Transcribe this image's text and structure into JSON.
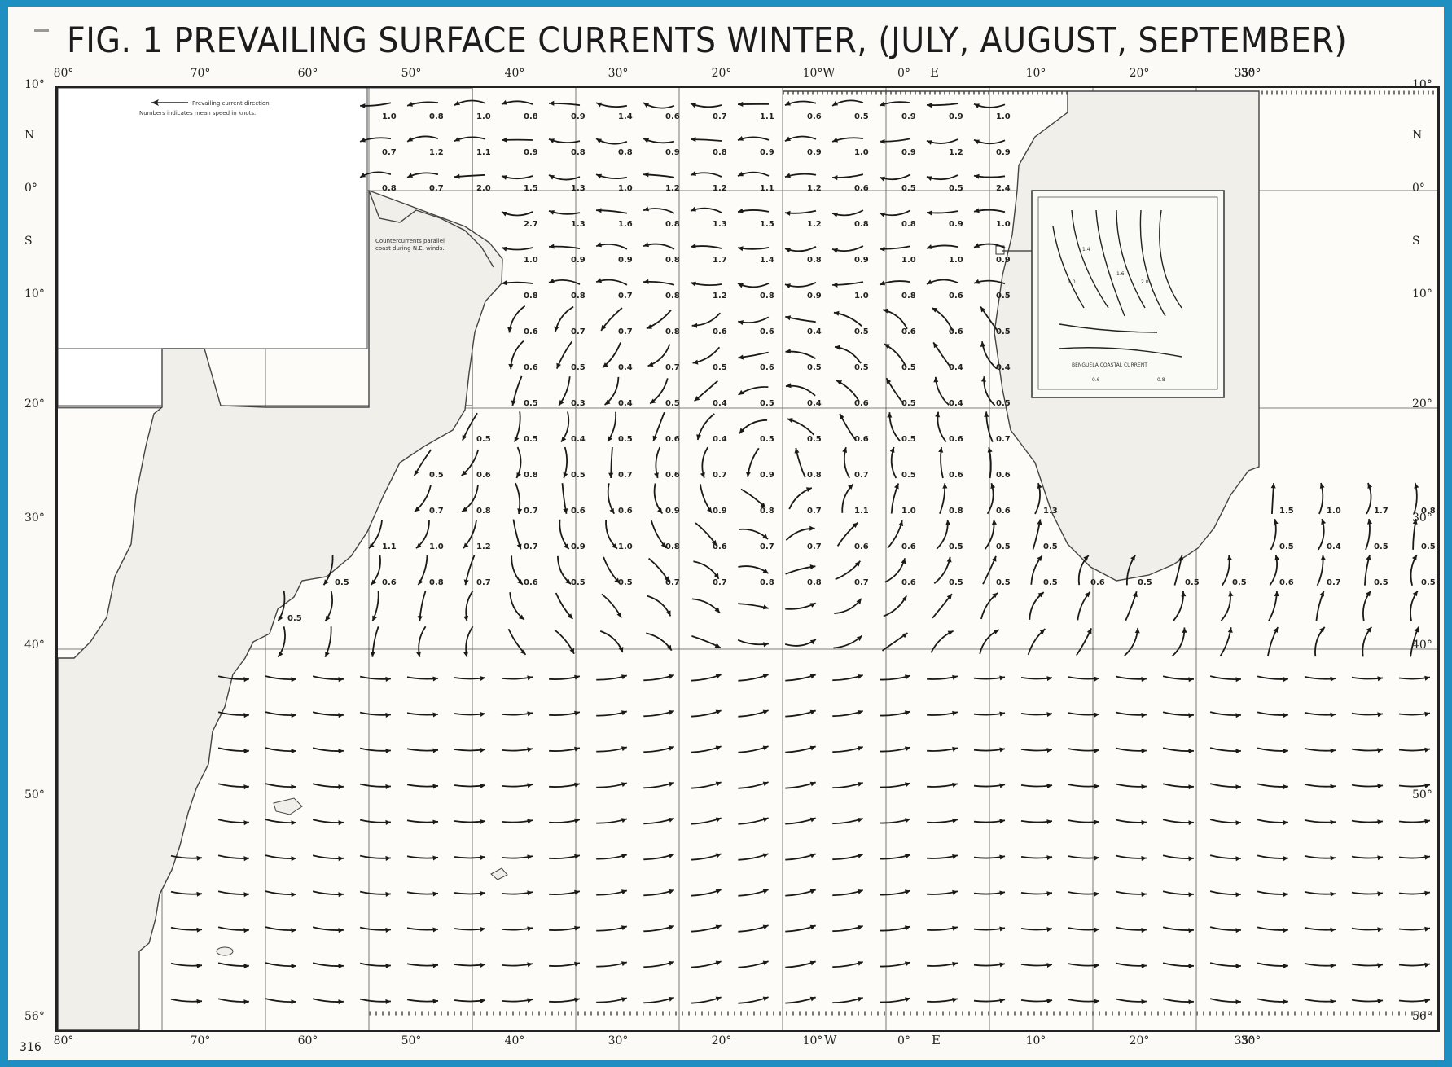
{
  "title": "FIG. 1  PREVAILING SURFACE CURRENTS WINTER, (JULY, AUGUST, SEPTEMBER)",
  "page_number": "316",
  "legend": {
    "arrow_text": "Prevailing current direction",
    "number_text": "Numbers indicates mean speed in knots."
  },
  "note": {
    "line1": "Countercurrents parallel",
    "line2": "coast during N.E. winds."
  },
  "inset": {
    "label": "BENGUELA COASTAL CURRENT",
    "speeds": [
      "1.4",
      "1.0",
      "1.6",
      "2.0",
      "0.6",
      "0.8"
    ]
  },
  "axes": {
    "top_lon": [
      "80°",
      "70°",
      "60°",
      "50°",
      "40°",
      "30°",
      "20°",
      "10°",
      "0°",
      "10°",
      "20°",
      "30°",
      "35°"
    ],
    "bottom_lon": [
      "80°",
      "70°",
      "60°",
      "50°",
      "40°",
      "30°",
      "20°",
      "10°",
      "0°",
      "10°",
      "20°",
      "30°",
      "35°"
    ],
    "left_lat": [
      "10°",
      "N",
      "0°",
      "S",
      "10°",
      "20°",
      "30°",
      "40°",
      "50°",
      "56°"
    ],
    "right_lat": [
      "10°",
      "N",
      "0°",
      "S",
      "10°",
      "20°",
      "30°",
      "40°",
      "50°",
      "56°"
    ],
    "hemisphere_w": "W",
    "hemisphere_e": "E"
  },
  "speed_labels": [
    "1.0",
    "0.8",
    "1.0",
    "0.8",
    "0.9",
    "1.4",
    "0.6",
    "0.7",
    "1.1",
    "0.6",
    "0.5",
    "0.9",
    "0.9",
    "1.0",
    "0.7",
    "1.2",
    "1.1",
    "0.9",
    "0.8",
    "0.8",
    "0.9",
    "0.8",
    "0.9",
    "0.9",
    "1.0",
    "0.9",
    "1.2",
    "0.9",
    "0.8",
    "0.7",
    "2.0",
    "1.5",
    "1.3",
    "1.0",
    "1.2",
    "1.2",
    "1.1",
    "1.2",
    "0.6",
    "0.5",
    "0.5",
    "2.4",
    "2.7",
    "1.3",
    "1.6",
    "0.8",
    "1.3",
    "1.5",
    "1.2",
    "0.8",
    "0.8",
    "0.9",
    "1.0",
    "1.0",
    "0.9",
    "0.9",
    "0.8",
    "1.7",
    "1.4",
    "0.8",
    "0.9",
    "1.0",
    "1.0",
    "0.9",
    "0.8",
    "0.8",
    "0.7",
    "0.8",
    "1.2",
    "0.8",
    "0.9",
    "1.0",
    "0.8",
    "0.6",
    "0.5",
    "0.6",
    "0.7",
    "0.7",
    "0.8",
    "0.6",
    "0.6",
    "0.4",
    "0.5",
    "0.6",
    "0.6",
    "0.5",
    "0.6",
    "0.5",
    "0.4",
    "0.7",
    "0.5",
    "0.6",
    "0.5",
    "0.5",
    "0.5",
    "0.4",
    "0.4",
    "0.5",
    "0.3",
    "0.4",
    "0.5",
    "0.4",
    "0.5",
    "0.4",
    "0.6",
    "0.5",
    "0.4",
    "0.5",
    "0.5",
    "0.5",
    "0.4",
    "0.5",
    "0.6",
    "0.4",
    "0.5",
    "0.5",
    "0.6",
    "0.5",
    "0.6",
    "0.7",
    "0.5",
    "0.6",
    "0.8",
    "0.5",
    "0.7",
    "0.6",
    "0.7",
    "0.9",
    "0.8",
    "0.7",
    "0.5",
    "0.6",
    "0.6",
    "0.7",
    "0.8",
    "0.7",
    "0.6",
    "0.6",
    "0.9",
    "0.9",
    "0.8",
    "0.7",
    "1.1",
    "1.0",
    "0.8",
    "0.6",
    "1.3",
    "1.5",
    "1.0",
    "1.7",
    "0.8",
    "1.1",
    "1.0",
    "1.2",
    "0.7",
    "0.9",
    "1.0",
    "0.8",
    "0.6",
    "0.7",
    "0.7",
    "0.6",
    "0.6",
    "0.5",
    "0.5",
    "0.5",
    "0.5",
    "0.4",
    "0.5",
    "0.5",
    "0.5",
    "0.6",
    "0.8",
    "0.7",
    "0.6",
    "0.5",
    "0.5",
    "0.7",
    "0.7",
    "0.8",
    "0.8",
    "0.7",
    "0.6",
    "0.5",
    "0.5",
    "0.5",
    "0.6",
    "0.5",
    "0.5",
    "0.5",
    "0.6",
    "0.7",
    "0.5",
    "0.5",
    "0.5"
  ]
}
